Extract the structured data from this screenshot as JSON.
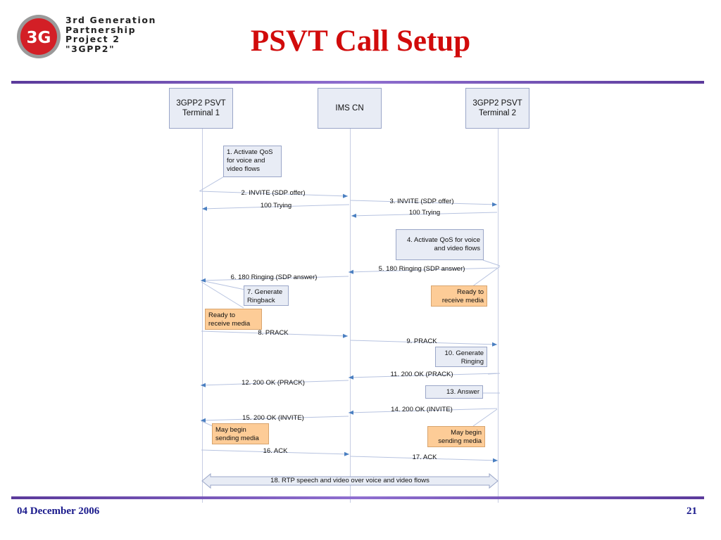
{
  "logo": {
    "mark_text": "3G",
    "lines": [
      "3rd Generation",
      "Partnership",
      "Project 2",
      "\"3GPP2\""
    ],
    "colors": {
      "red": "#d31f26",
      "ring": "#9a9a9a"
    }
  },
  "slide": {
    "title": "PSVT Call Setup",
    "date": "04 December 2006",
    "page_number": "21",
    "colors": {
      "title": "#d10b0b",
      "footer": "#1a1a8c",
      "rule": "#6a4bb5",
      "arrow": "#4a7fc1",
      "note_blue": "#e8ecf5",
      "note_orange": "#fdcc97"
    }
  },
  "actors": [
    {
      "id": "t1",
      "label": "3GPP2 PSVT\nTerminal 1"
    },
    {
      "id": "ims",
      "label": "IMS CN"
    },
    {
      "id": "t2",
      "label": "3GPP2 PSVT\nTerminal 2"
    }
  ],
  "notes": [
    {
      "id": "n1",
      "text": "1. Activate QoS\nfor voice and\nvideo flows",
      "style": "blue"
    },
    {
      "id": "n4",
      "text": "4. Activate QoS for voice\nand video flows",
      "style": "blue"
    },
    {
      "id": "n7",
      "text": "7. Generate\nRingback",
      "style": "blue"
    },
    {
      "id": "nready2",
      "text": "Ready to\nreceive media",
      "style": "orange"
    },
    {
      "id": "nready1",
      "text": "Ready to\nreceive media",
      "style": "orange"
    },
    {
      "id": "n10",
      "text": "10. Generate\nRinging",
      "style": "blue"
    },
    {
      "id": "n13",
      "text": "13. Answer",
      "style": "blue"
    },
    {
      "id": "nmay1",
      "text": "May begin\nsending media",
      "style": "orange"
    },
    {
      "id": "nmay2",
      "text": "May begin\nsending media",
      "style": "orange"
    }
  ],
  "messages": [
    {
      "id": "m2",
      "label": "2. INVITE (SDP offer)"
    },
    {
      "id": "m3",
      "label": "3. INVITE (SDP offer)"
    },
    {
      "id": "m100a",
      "label": "100 Trying"
    },
    {
      "id": "m100b",
      "label": "100 Trying"
    },
    {
      "id": "m5",
      "label": "5. 180 Ringing (SDP answer)"
    },
    {
      "id": "m6",
      "label": "6. 180 Ringing (SDP answer)"
    },
    {
      "id": "m8",
      "label": "8. PRACK"
    },
    {
      "id": "m9",
      "label": "9. PRACK"
    },
    {
      "id": "m11",
      "label": "11. 200 OK (PRACK)"
    },
    {
      "id": "m12",
      "label": "12. 200 OK (PRACK)"
    },
    {
      "id": "m14",
      "label": "14. 200 OK (INVITE)"
    },
    {
      "id": "m15",
      "label": "15. 200 OK (INVITE)"
    },
    {
      "id": "m16",
      "label": "16. ACK"
    },
    {
      "id": "m17",
      "label": "17. ACK"
    }
  ],
  "rtp": {
    "label": "18. RTP speech and video over voice and video flows"
  }
}
